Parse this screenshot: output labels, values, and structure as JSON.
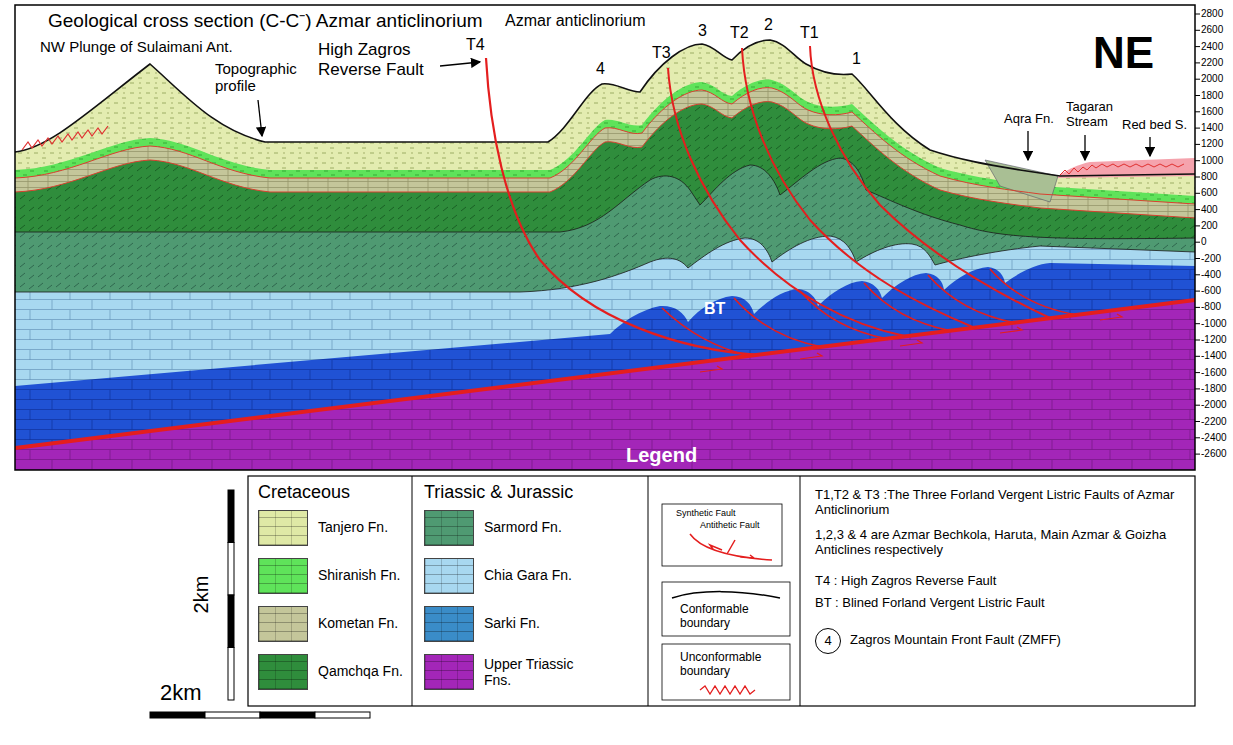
{
  "diagram": {
    "title": "Geological cross section (C-C⁻) Azmar anticlinorium",
    "nodes": [
      {
        "text": [
          "4"
        ]
      }
    ],
    "labels": [
      "Azmar anticlinorium",
      "NE",
      "NW Plunge of Sulaimani Ant.",
      "Topographic profile",
      "High Zagros Reverse Fault",
      "T4",
      "4",
      "T3",
      "3",
      "T2",
      "2",
      "T1",
      "1",
      "Aqra Fn.",
      "Tagaran Stream",
      "Red bed S.",
      "BT",
      "Legend",
      "2km",
      "2km",
      "Cretaceous",
      "Triassic & Jurassic",
      "T1,T2 & T3 :The Three Forland Vergent Listric Faults of Azmar Anticlinorium",
      "1,2,3 & 4 are Azmar Bechkola, Haruta, Main Azmar & Goizha Anticlines respectively",
      "T4 : High Zagros Reverse Fault",
      "BT : Blined Forland Vergent Listric Fault",
      "Zagros Mountain Front Fault (ZMFF)",
      "2800",
      "2600",
      "2400",
      "2200",
      "2000",
      "1800",
      "1600",
      "1400",
      "1200",
      "1000",
      "800",
      "600",
      "400",
      "200",
      "0",
      "-200",
      "-400",
      "-600",
      "-800",
      "-1000",
      "-1200",
      "-1400",
      "-1600",
      "-1800",
      "-2000",
      "-2200",
      "-2400",
      "-2600"
    ],
    "legend": [
      {
        "text": "Tanjero Fn.",
        "color": "#dfe9a6"
      },
      {
        "text": "Shiranish Fn.",
        "color": "#5fe35a"
      },
      {
        "text": "Kometan Fn.",
        "color": "#c4c69a"
      },
      {
        "text": "Qamchqa Fn.",
        "color": "#2f8d3c"
      },
      {
        "text": "Sarmord Fn.",
        "color": "#4f9a72"
      },
      {
        "text": "Chia Gara Fn.",
        "color": "#a8d8f0"
      },
      {
        "text": "Sarki Fn.",
        "color": "#3a8cc8"
      },
      {
        "text": "Upper Triassic Fns.",
        "color": "#a326b8"
      },
      {
        "text": "Synthetic Fault"
      },
      {
        "text": "Antithetic Fault"
      },
      {
        "text": "Conformable boundary"
      },
      {
        "text": "Unconformable boundary"
      }
    ]
  }
}
